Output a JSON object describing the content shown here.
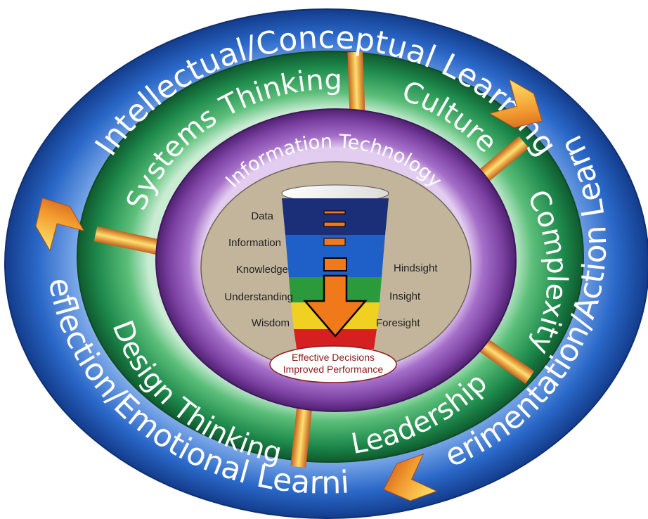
{
  "outer_ring": {
    "labels": {
      "top": "Intellectual/Conceptual Learning",
      "right": "Experimentation/Action Learning",
      "left": "Reflection/Emotional Learning"
    },
    "color": "#1f5fc0"
  },
  "middle_ring": {
    "labels": {
      "systems": "Systems Thinking",
      "culture": "Culture",
      "complexity": "Complexity",
      "leadership": "Leadership",
      "design": "Design Thinking"
    },
    "color": "#1e8a4c"
  },
  "inner_ring": {
    "label": "Information Technology",
    "color": "#7a3fa0"
  },
  "core": {
    "left_labels": [
      "Data",
      "Information",
      "Knowledge",
      "Understanding",
      "Wisdom"
    ],
    "right_labels": [
      "Hindsight",
      "Insight",
      "Foresight"
    ],
    "outcome_line1": "Effective Decisions",
    "outcome_line2": "Improved Performance",
    "background": "#c2b59b"
  },
  "icons": [
    "chevron-arrow-top-right",
    "chevron-arrow-left",
    "chevron-arrow-bottom"
  ]
}
